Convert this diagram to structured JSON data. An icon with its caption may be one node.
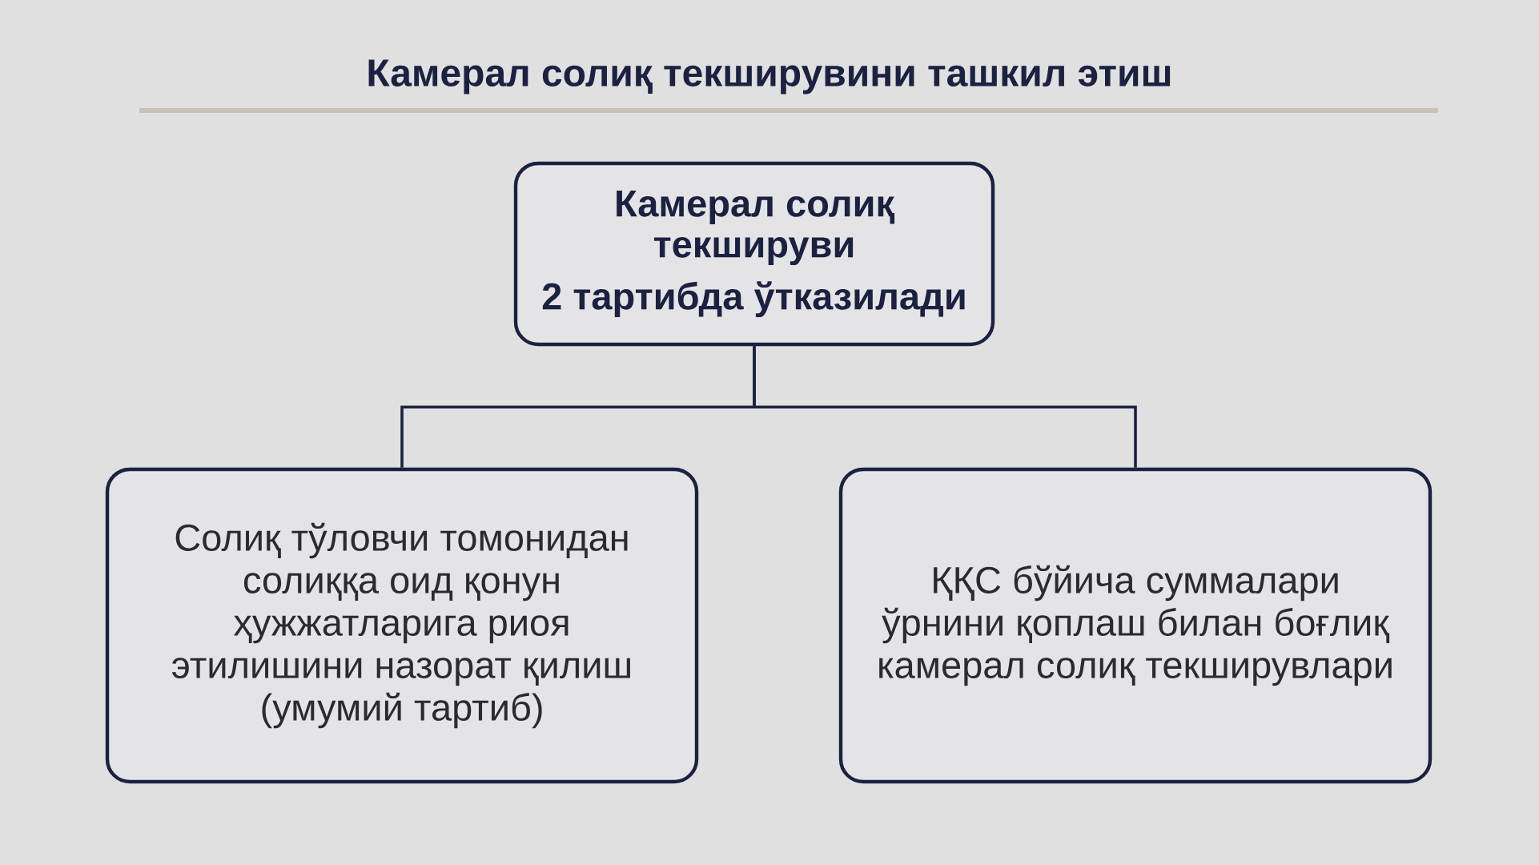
{
  "diagram": {
    "title": "Камерал солиқ текширувини ташкил этиш",
    "nodes": [
      {
        "text": [
          "Камерал солиқ текшируви",
          "2 тартибда ўтказилади"
        ]
      },
      {
        "text": [
          "Солиқ тўловчи томонидан солиққа оид қонун ҳужжатларига риоя этилишини назорат қилиш (умумий тартиб)"
        ]
      },
      {
        "text": [
          "ҚҚС бўйича суммалари ўрнини қоплаш билан боғлиқ камерал солиқ текширувлари"
        ]
      }
    ],
    "edges": [
      {
        "from": 0,
        "to": 1,
        "arrow": "none"
      },
      {
        "from": 0,
        "to": 2,
        "arrow": "none"
      }
    ]
  }
}
